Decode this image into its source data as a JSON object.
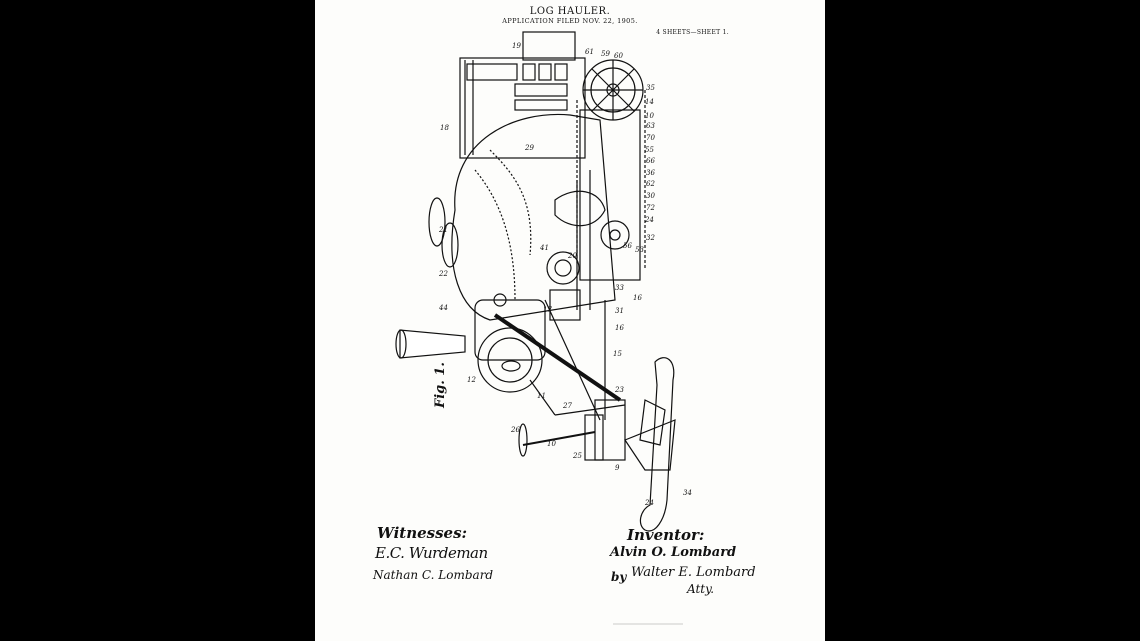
{
  "header": {
    "title": "LOG HAULER.",
    "application": "APPLICATION FILED NOV. 22, 1905.",
    "sheets": "4 SHEETS—SHEET 1."
  },
  "figure": {
    "label": "Fig. 1."
  },
  "signatures": {
    "witnesses_label": "Witnesses:",
    "witness_1": "E.C. Wurdeman",
    "witness_2": "Nathan C. Lombard",
    "inventor_label": "Inventor:",
    "inventor": "Alvin O. Lombard",
    "by": "by",
    "attorney": "Walter E. Lombard",
    "attorney_title": "Atty."
  },
  "reference_numerals": [
    "19",
    "61",
    "59",
    "60",
    "35",
    "14",
    "10",
    "63",
    "18",
    "29",
    "70",
    "55",
    "66",
    "36",
    "62",
    "30",
    "21",
    "72",
    "24",
    "32",
    "22",
    "41",
    "44",
    "20",
    "56",
    "53",
    "33",
    "17",
    "31",
    "16",
    "15",
    "12",
    "11",
    "23",
    "27",
    "26",
    "10",
    "25",
    "9",
    "24",
    "34"
  ]
}
